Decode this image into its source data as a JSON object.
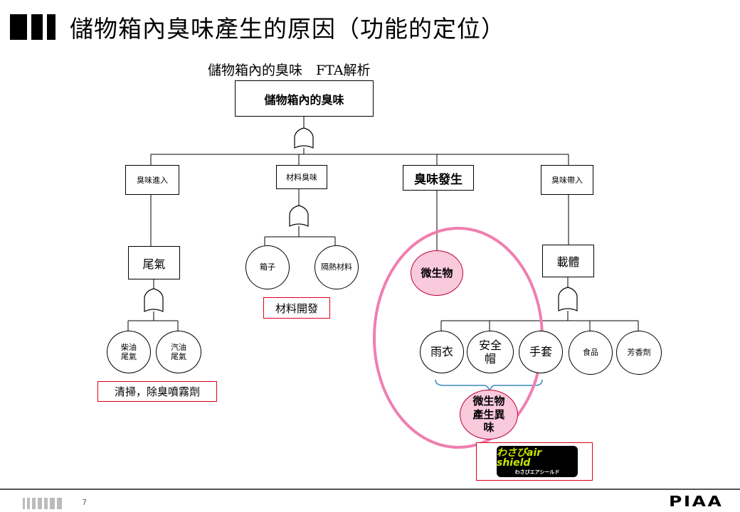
{
  "page": {
    "title": "儲物箱內臭味產生的原因（功能的定位）",
    "subtitle": "儲物箱內的臭味　FTA解析",
    "page_number": "7",
    "brand": "PIAA"
  },
  "tree": {
    "top_event": "儲物箱內的臭味",
    "level1": {
      "smell_in": "臭味進入",
      "material_smell": "材料臭味",
      "smell_generated": "臭味發生",
      "smell_brought": "臭味帶入"
    },
    "level2": {
      "exhaust": "尾氣",
      "box": "箱子",
      "insulation": "隔熱材料",
      "microbes": "微生物",
      "carrier": "載體"
    },
    "level3": {
      "diesel": "柴油\n尾氣",
      "gasoline": "汽油\n尾氣",
      "raincoat": "雨衣",
      "helmet": "安全\n帽",
      "gloves": "手套",
      "food": "食品",
      "fragrance": "芳香劑",
      "odor": "微生物\n產生異\n味"
    },
    "countermeasures": {
      "cleaning": "清掃，除臭噴霧劑",
      "material_dev": "材料開發"
    }
  },
  "logo": {
    "text": "わさびair shield",
    "caption": "わさびエアシールド"
  },
  "colors": {
    "accent_red": "#e0001a",
    "pink_fill": "#f9c9dc",
    "pink_ring": "#ef7fb0"
  }
}
